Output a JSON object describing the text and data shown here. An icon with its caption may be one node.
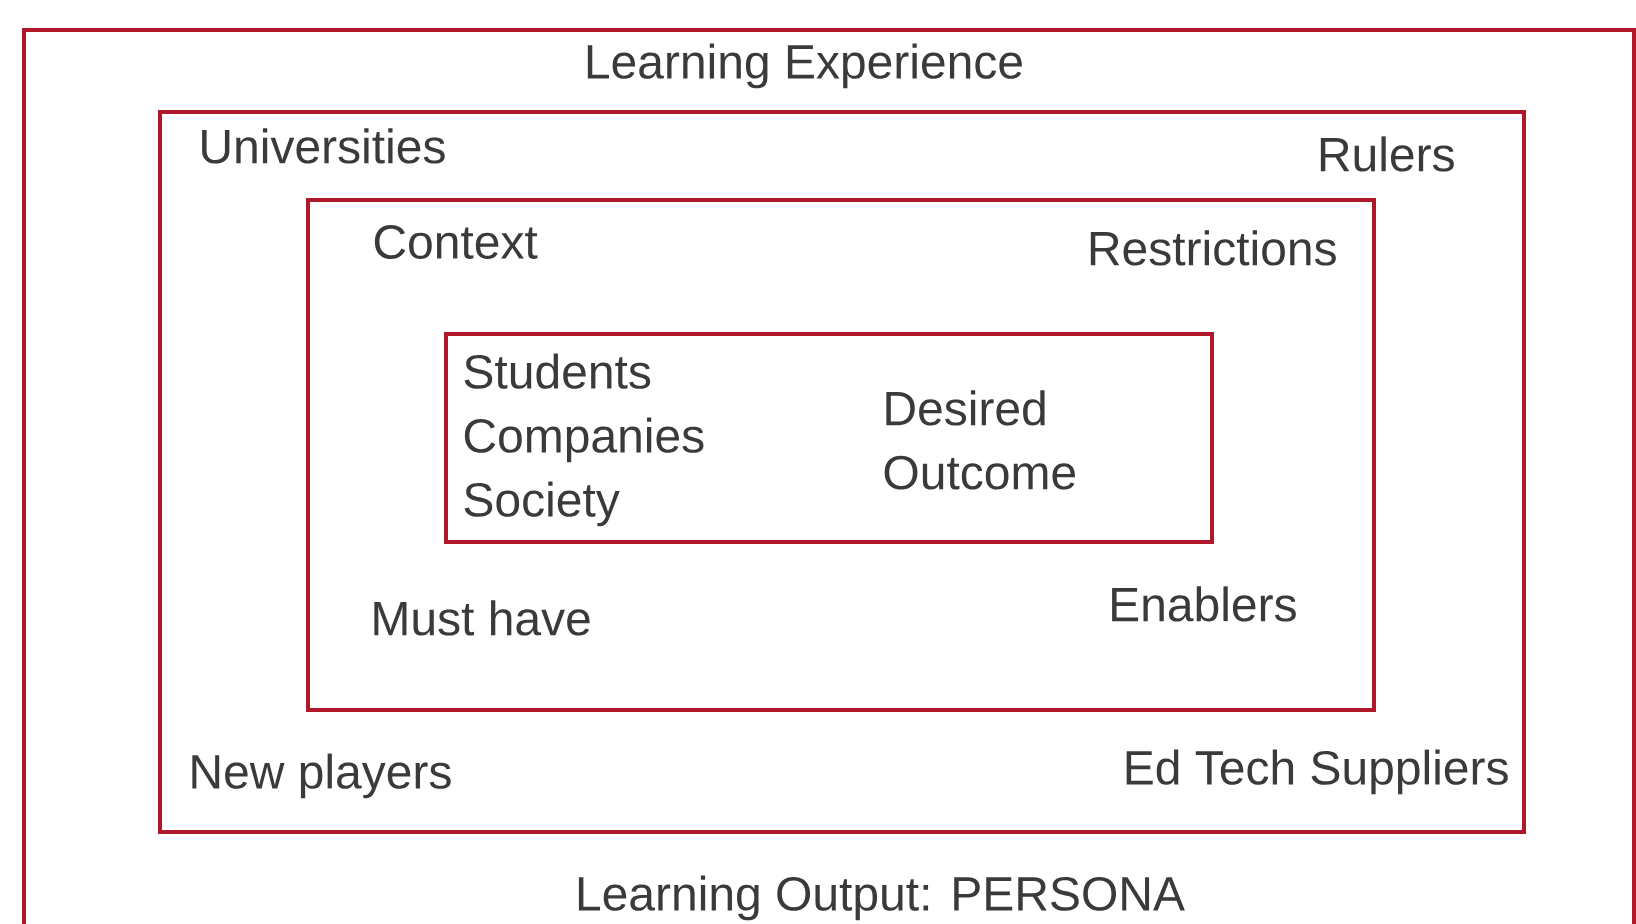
{
  "diagram": {
    "nodes": [
      {
        "text": [
          "Learning Experience",
          "Learning Output: PERSONA"
        ]
      },
      {
        "text": [
          "Universities",
          "Rulers",
          "New players",
          "Ed Tech Suppliers"
        ],
        "in": 0
      },
      {
        "text": [
          "Context",
          "Restrictions",
          "Must have",
          "Enablers"
        ],
        "in": 1
      },
      {
        "text": [
          "Students Companies Society",
          "Desired Outcome"
        ],
        "in": 2
      }
    ]
  }
}
